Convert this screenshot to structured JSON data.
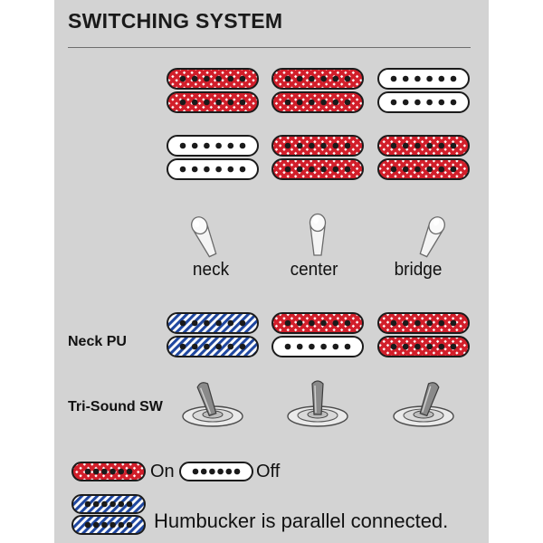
{
  "title": "SWITCHING SYSTEM",
  "positions": [
    {
      "label": "neck",
      "tilt": "left"
    },
    {
      "label": "center",
      "tilt": "center"
    },
    {
      "label": "bridge",
      "tilt": "right"
    }
  ],
  "top_rows": [
    [
      "on",
      "on",
      "off"
    ],
    [
      "on",
      "on",
      "off"
    ],
    [
      "off",
      "on",
      "on"
    ],
    [
      "off",
      "on",
      "on"
    ]
  ],
  "neck_pu": {
    "label": "Neck PU",
    "rows": [
      [
        "parallel",
        "on",
        "on"
      ],
      [
        "parallel",
        "off",
        "on"
      ]
    ]
  },
  "tri_sound": {
    "label": "Tri-Sound SW",
    "tilts": [
      "left",
      "center",
      "right"
    ]
  },
  "legend": {
    "on_label": "On",
    "off_label": "Off",
    "parallel_label": "Humbucker is parallel connected."
  },
  "colors": {
    "on": "#d21e2a",
    "off": "#ffffff",
    "parallel": "#1f47a0",
    "panel": "#d3d3d3"
  }
}
